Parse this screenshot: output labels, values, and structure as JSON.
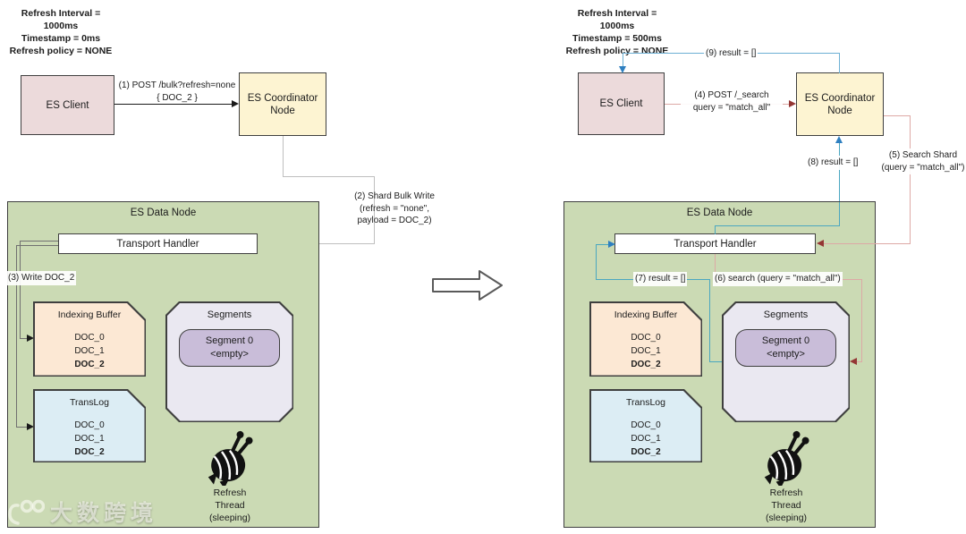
{
  "colors": {
    "client_fill": "#ecdadb",
    "coordinator_fill": "#fdf4d2",
    "data_node_fill": "#cbdab4",
    "indexing_buffer_fill": "#fce8d4",
    "translog_fill": "#dcedf4",
    "segments_fill": "#eae8f1",
    "segment0_fill": "#c9bdd9",
    "box_border": "#3f3f3f",
    "gray_line": "#bfbfbf",
    "dark_line": "#707070",
    "blue_line": "#6db0d4",
    "blue_arrow": "#2e7fc0",
    "red_line": "#dda9a6",
    "red_arrow": "#943634"
  },
  "watermark": {
    "logo": "100-logo",
    "text": "大数跨境"
  },
  "left": {
    "header": {
      "line1": "Refresh Interval = 1000ms",
      "line2": "Timestamp = 0ms",
      "line3": "Refresh policy = NONE"
    },
    "client_label": "ES Client",
    "coordinator_label_line1": "ES Coordinator",
    "coordinator_label_line2": "Node",
    "msg1": {
      "line1": "(1) POST /bulk?refresh=none",
      "line2": "{ DOC_2 }"
    },
    "msg2": {
      "line1": "(2) Shard Bulk Write",
      "line2": "(refresh = \"none\",",
      "line3": "payload = DOC_2)"
    },
    "msg3": "(3) Write DOC_2",
    "data_node_title": "ES Data Node",
    "transport_label": "Transport Handler",
    "indexing_buffer": {
      "title": "Indexing Buffer",
      "docs": [
        "DOC_0",
        "DOC_1",
        "DOC_2"
      ]
    },
    "translog": {
      "title": "TransLog",
      "docs": [
        "DOC_0",
        "DOC_1",
        "DOC_2"
      ]
    },
    "segments": {
      "title": "Segments",
      "segment0": {
        "line1": "Segment 0",
        "line2": "<empty>"
      }
    },
    "refresh_thread": {
      "line1": "Refresh",
      "line2": "Thread",
      "line3": "(sleeping)"
    }
  },
  "right": {
    "header": {
      "line1": "Refresh Interval = 1000ms",
      "line2": "Timestamp = 500ms",
      "line3": "Refresh policy = NONE"
    },
    "client_label": "ES Client",
    "coordinator_label_line1": "ES Coordinator",
    "coordinator_label_line2": "Node",
    "msg4": {
      "line1": "(4) POST /_search",
      "line2": "query = \"match_all\""
    },
    "msg5": {
      "line1": "(5) Search Shard",
      "line2": "(query = \"match_all\")"
    },
    "msg6": "(6) search (query = \"match_all\")",
    "msg7": "(7) result = []",
    "msg8": "(8) result = []",
    "msg9": "(9) result = []",
    "data_node_title": "ES Data Node",
    "transport_label": "Transport Handler",
    "indexing_buffer": {
      "title": "Indexing Buffer",
      "docs": [
        "DOC_0",
        "DOC_1",
        "DOC_2"
      ]
    },
    "translog": {
      "title": "TransLog",
      "docs": [
        "DOC_0",
        "DOC_1",
        "DOC_2"
      ]
    },
    "segments": {
      "title": "Segments",
      "segment0": {
        "line1": "Segment 0",
        "line2": "<empty>"
      }
    },
    "refresh_thread": {
      "line1": "Refresh",
      "line2": "Thread",
      "line3": "(sleeping)"
    }
  }
}
